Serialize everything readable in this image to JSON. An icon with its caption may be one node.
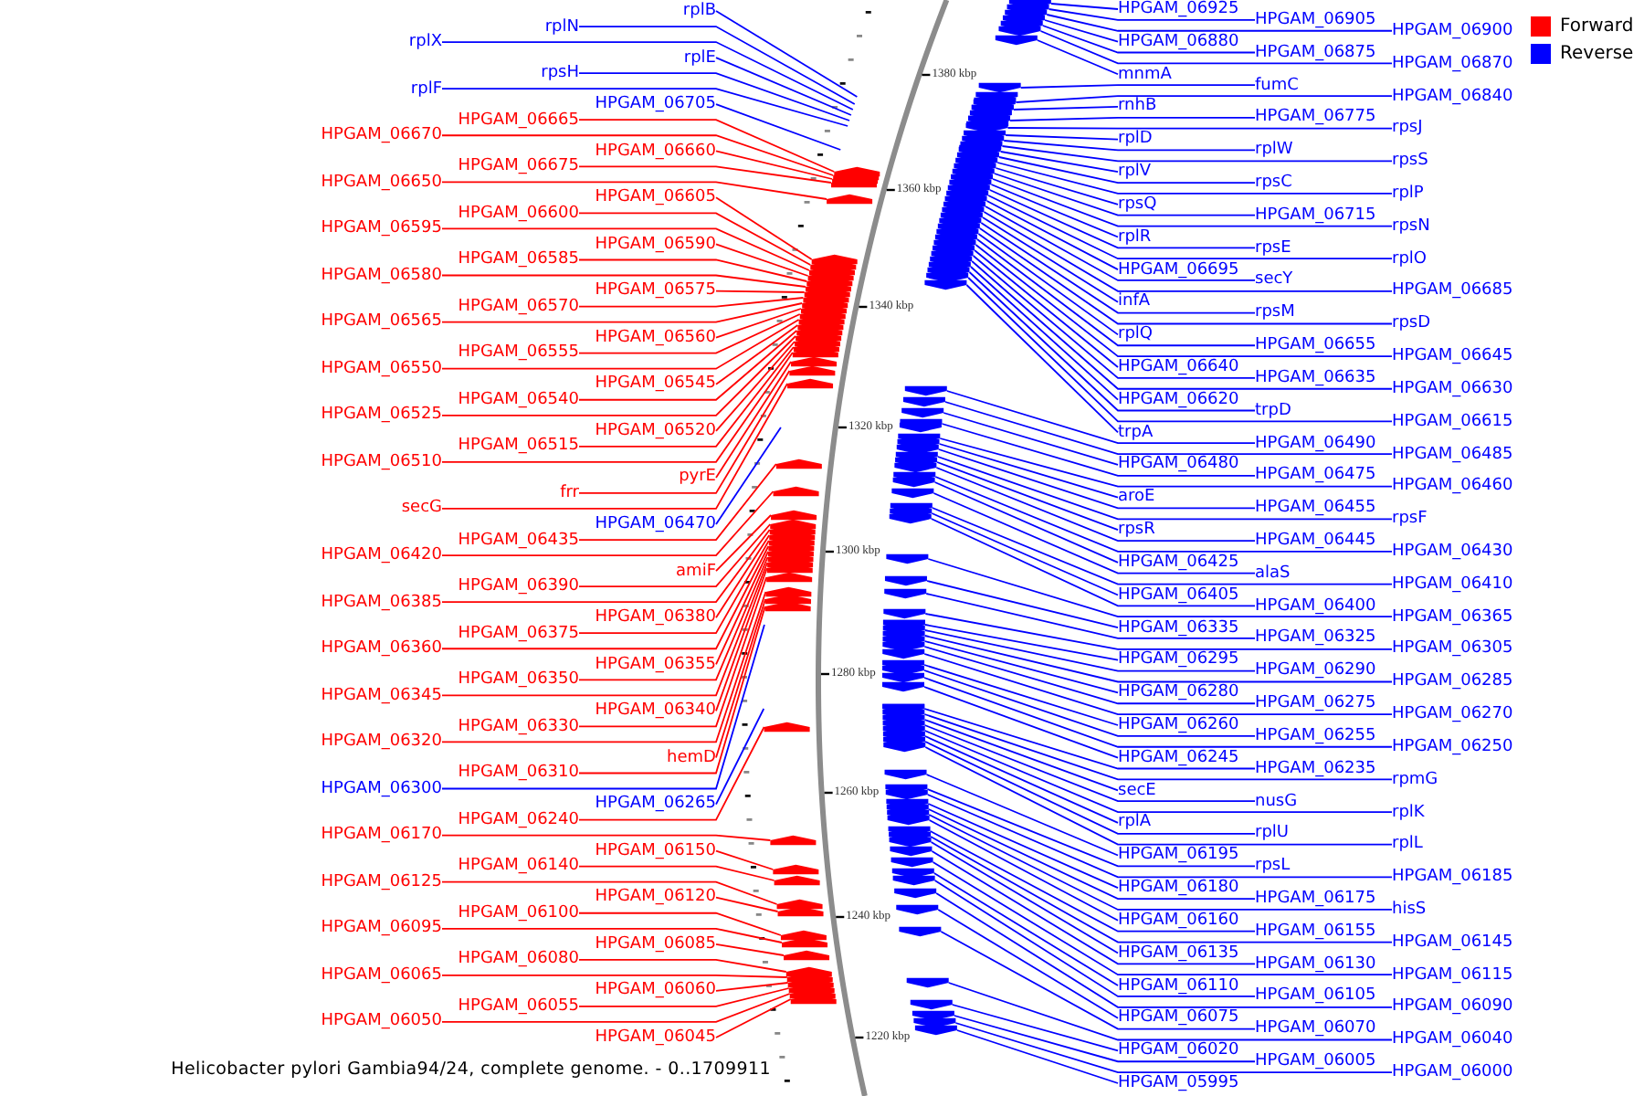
{
  "diagram": {
    "caption": "Helicobacter pylori Gambia94/24, complete genome. - 0..1709911",
    "nodes": [
      {
        "text": [
          "rplB"
        ]
      },
      {
        "text": [
          "rplN"
        ]
      },
      {
        "text": [
          "rplX"
        ]
      },
      {
        "text": [
          "rplE"
        ]
      },
      {
        "text": [
          "rpsH"
        ]
      },
      {
        "text": [
          "rplF"
        ]
      },
      {
        "text": [
          "HPGAM_06705"
        ]
      },
      {
        "text": [
          "HPGAM_06665"
        ]
      },
      {
        "text": [
          "HPGAM_06670"
        ]
      },
      {
        "text": [
          "HPGAM_06660"
        ]
      },
      {
        "text": [
          "HPGAM_06675"
        ]
      },
      {
        "text": [
          "HPGAM_06650"
        ]
      },
      {
        "text": [
          "HPGAM_06605"
        ]
      },
      {
        "text": [
          "HPGAM_06600"
        ]
      },
      {
        "text": [
          "HPGAM_06595"
        ]
      },
      {
        "text": [
          "HPGAM_06590"
        ]
      },
      {
        "text": [
          "HPGAM_06585"
        ]
      },
      {
        "text": [
          "HPGAM_06580"
        ]
      },
      {
        "text": [
          "HPGAM_06575"
        ]
      },
      {
        "text": [
          "HPGAM_06570"
        ]
      },
      {
        "text": [
          "HPGAM_06565"
        ]
      },
      {
        "text": [
          "HPGAM_06560"
        ]
      },
      {
        "text": [
          "HPGAM_06555"
        ]
      },
      {
        "text": [
          "HPGAM_06550"
        ]
      },
      {
        "text": [
          "HPGAM_06545"
        ]
      },
      {
        "text": [
          "HPGAM_06540"
        ]
      },
      {
        "text": [
          "HPGAM_06525"
        ]
      },
      {
        "text": [
          "HPGAM_06520"
        ]
      },
      {
        "text": [
          "HPGAM_06515"
        ]
      },
      {
        "text": [
          "HPGAM_06510"
        ]
      },
      {
        "text": [
          "pyrE"
        ]
      },
      {
        "text": [
          "frr"
        ]
      },
      {
        "text": [
          "secG"
        ]
      },
      {
        "text": [
          "HPGAM_06470"
        ]
      },
      {
        "text": [
          "HPGAM_06435"
        ]
      },
      {
        "text": [
          "HPGAM_06420"
        ]
      },
      {
        "text": [
          "amiF"
        ]
      },
      {
        "text": [
          "HPGAM_06390"
        ]
      },
      {
        "text": [
          "HPGAM_06385"
        ]
      },
      {
        "text": [
          "HPGAM_06380"
        ]
      },
      {
        "text": [
          "HPGAM_06375"
        ]
      },
      {
        "text": [
          "HPGAM_06360"
        ]
      },
      {
        "text": [
          "HPGAM_06355"
        ]
      },
      {
        "text": [
          "HPGAM_06350"
        ]
      },
      {
        "text": [
          "HPGAM_06345"
        ]
      },
      {
        "text": [
          "HPGAM_06340"
        ]
      },
      {
        "text": [
          "HPGAM_06330"
        ]
      },
      {
        "text": [
          "HPGAM_06320"
        ]
      },
      {
        "text": [
          "hemD"
        ]
      },
      {
        "text": [
          "HPGAM_06310"
        ]
      },
      {
        "text": [
          "HPGAM_06300"
        ]
      },
      {
        "text": [
          "HPGAM_06265"
        ]
      },
      {
        "text": [
          "HPGAM_06240"
        ]
      },
      {
        "text": [
          "HPGAM_06170"
        ]
      },
      {
        "text": [
          "HPGAM_06150"
        ]
      },
      {
        "text": [
          "HPGAM_06140"
        ]
      },
      {
        "text": [
          "HPGAM_06125"
        ]
      },
      {
        "text": [
          "HPGAM_06120"
        ]
      },
      {
        "text": [
          "HPGAM_06100"
        ]
      },
      {
        "text": [
          "HPGAM_06095"
        ]
      },
      {
        "text": [
          "HPGAM_06085"
        ]
      },
      {
        "text": [
          "HPGAM_06080"
        ]
      },
      {
        "text": [
          "HPGAM_06065"
        ]
      },
      {
        "text": [
          "HPGAM_06060"
        ]
      },
      {
        "text": [
          "HPGAM_06055"
        ]
      },
      {
        "text": [
          "HPGAM_06050"
        ]
      },
      {
        "text": [
          "HPGAM_06045"
        ]
      },
      {
        "text": [
          "HPGAM_06925"
        ]
      },
      {
        "text": [
          "HPGAM_06905"
        ]
      },
      {
        "text": [
          "HPGAM_06900"
        ]
      },
      {
        "text": [
          "HPGAM_06880"
        ]
      },
      {
        "text": [
          "HPGAM_06875"
        ]
      },
      {
        "text": [
          "HPGAM_06870"
        ]
      },
      {
        "text": [
          "mnmA"
        ]
      },
      {
        "text": [
          "fumC"
        ]
      },
      {
        "text": [
          "HPGAM_06840"
        ]
      },
      {
        "text": [
          "rnhB"
        ]
      },
      {
        "text": [
          "HPGAM_06775"
        ]
      },
      {
        "text": [
          "rpsJ"
        ]
      },
      {
        "text": [
          "rplD"
        ]
      },
      {
        "text": [
          "rplW"
        ]
      },
      {
        "text": [
          "rpsS"
        ]
      },
      {
        "text": [
          "rplV"
        ]
      },
      {
        "text": [
          "rpsC"
        ]
      },
      {
        "text": [
          "rplP"
        ]
      },
      {
        "text": [
          "rpsQ"
        ]
      },
      {
        "text": [
          "HPGAM_06715"
        ]
      },
      {
        "text": [
          "rpsN"
        ]
      },
      {
        "text": [
          "rplR"
        ]
      },
      {
        "text": [
          "rpsE"
        ]
      },
      {
        "text": [
          "rplO"
        ]
      },
      {
        "text": [
          "HPGAM_06695"
        ]
      },
      {
        "text": [
          "secY"
        ]
      },
      {
        "text": [
          "HPGAM_06685"
        ]
      },
      {
        "text": [
          "infA"
        ]
      },
      {
        "text": [
          "rpsM"
        ]
      },
      {
        "text": [
          "rpsD"
        ]
      },
      {
        "text": [
          "rplQ"
        ]
      },
      {
        "text": [
          "HPGAM_06655"
        ]
      },
      {
        "text": [
          "HPGAM_06645"
        ]
      },
      {
        "text": [
          "HPGAM_06640"
        ]
      },
      {
        "text": [
          "HPGAM_06635"
        ]
      },
      {
        "text": [
          "HPGAM_06630"
        ]
      },
      {
        "text": [
          "HPGAM_06620"
        ]
      },
      {
        "text": [
          "trpD"
        ]
      },
      {
        "text": [
          "HPGAM_06615"
        ]
      },
      {
        "text": [
          "trpA"
        ]
      },
      {
        "text": [
          "HPGAM_06490"
        ]
      },
      {
        "text": [
          "HPGAM_06485"
        ]
      },
      {
        "text": [
          "HPGAM_06480"
        ]
      },
      {
        "text": [
          "HPGAM_06475"
        ]
      },
      {
        "text": [
          "HPGAM_06460"
        ]
      },
      {
        "text": [
          "aroE"
        ]
      },
      {
        "text": [
          "HPGAM_06455"
        ]
      },
      {
        "text": [
          "rpsF"
        ]
      },
      {
        "text": [
          "rpsR"
        ]
      },
      {
        "text": [
          "HPGAM_06445"
        ]
      },
      {
        "text": [
          "HPGAM_06430"
        ]
      },
      {
        "text": [
          "HPGAM_06425"
        ]
      },
      {
        "text": [
          "alaS"
        ]
      },
      {
        "text": [
          "HPGAM_06410"
        ]
      },
      {
        "text": [
          "HPGAM_06405"
        ]
      },
      {
        "text": [
          "HPGAM_06400"
        ]
      },
      {
        "text": [
          "HPGAM_06365"
        ]
      },
      {
        "text": [
          "HPGAM_06335"
        ]
      },
      {
        "text": [
          "HPGAM_06325"
        ]
      },
      {
        "text": [
          "HPGAM_06305"
        ]
      },
      {
        "text": [
          "HPGAM_06295"
        ]
      },
      {
        "text": [
          "HPGAM_06290"
        ]
      },
      {
        "text": [
          "HPGAM_06285"
        ]
      },
      {
        "text": [
          "HPGAM_06280"
        ]
      },
      {
        "text": [
          "HPGAM_06275"
        ]
      },
      {
        "text": [
          "HPGAM_06270"
        ]
      },
      {
        "text": [
          "HPGAM_06260"
        ]
      },
      {
        "text": [
          "HPGAM_06255"
        ]
      },
      {
        "text": [
          "HPGAM_06250"
        ]
      },
      {
        "text": [
          "HPGAM_06245"
        ]
      },
      {
        "text": [
          "HPGAM_06235"
        ]
      },
      {
        "text": [
          "rpmG"
        ]
      },
      {
        "text": [
          "secE"
        ]
      },
      {
        "text": [
          "nusG"
        ]
      },
      {
        "text": [
          "rplK"
        ]
      },
      {
        "text": [
          "rplA"
        ]
      },
      {
        "text": [
          "rplU"
        ]
      },
      {
        "text": [
          "rplL"
        ]
      },
      {
        "text": [
          "HPGAM_06195"
        ]
      },
      {
        "text": [
          "rpsL"
        ]
      },
      {
        "text": [
          "HPGAM_06185"
        ]
      },
      {
        "text": [
          "HPGAM_06180"
        ]
      },
      {
        "text": [
          "HPGAM_06175"
        ]
      },
      {
        "text": [
          "hisS"
        ]
      },
      {
        "text": [
          "HPGAM_06160"
        ]
      },
      {
        "text": [
          "HPGAM_06155"
        ]
      },
      {
        "text": [
          "HPGAM_06145"
        ]
      },
      {
        "text": [
          "HPGAM_06135"
        ]
      },
      {
        "text": [
          "HPGAM_06130"
        ]
      },
      {
        "text": [
          "HPGAM_06115"
        ]
      },
      {
        "text": [
          "HPGAM_06110"
        ]
      },
      {
        "text": [
          "HPGAM_06105"
        ]
      },
      {
        "text": [
          "HPGAM_06090"
        ]
      },
      {
        "text": [
          "HPGAM_06075"
        ]
      },
      {
        "text": [
          "HPGAM_06070"
        ]
      },
      {
        "text": [
          "HPGAM_06040"
        ]
      },
      {
        "text": [
          "HPGAM_06020"
        ]
      },
      {
        "text": [
          "HPGAM_06005"
        ]
      },
      {
        "text": [
          "HPGAM_06000"
        ]
      },
      {
        "text": [
          "HPGAM_05995"
        ]
      }
    ],
    "edges": [
      {
        "from": 0,
        "to": null,
        "arrow": "none"
      },
      {
        "from": 1,
        "to": null,
        "arrow": "none"
      },
      {
        "from": 2,
        "to": null,
        "arrow": "none"
      },
      {
        "from": 3,
        "to": null,
        "arrow": "none"
      },
      {
        "from": 4,
        "to": null,
        "arrow": "none"
      },
      {
        "from": 5,
        "to": null,
        "arrow": "none"
      },
      {
        "from": 6,
        "to": null,
        "arrow": "none"
      },
      {
        "from": 7,
        "to": null,
        "arrow": "none",
        "color": "#ff0000"
      },
      {
        "from": 8,
        "to": null,
        "arrow": "none",
        "color": "#ff0000"
      },
      {
        "from": 9,
        "to": null,
        "arrow": "none",
        "color": "#ff0000"
      },
      {
        "from": 10,
        "to": null,
        "arrow": "none",
        "color": "#ff0000"
      },
      {
        "from": 11,
        "to": null,
        "arrow": "none",
        "color": "#ff0000"
      },
      {
        "from": 12,
        "to": null,
        "arrow": "none",
        "color": "#ff0000"
      },
      {
        "from": 13,
        "to": null,
        "arrow": "none",
        "color": "#ff0000"
      },
      {
        "from": 14,
        "to": null,
        "arrow": "none",
        "color": "#ff0000"
      },
      {
        "from": 15,
        "to": null,
        "arrow": "none",
        "color": "#ff0000"
      },
      {
        "from": 16,
        "to": null,
        "arrow": "none",
        "color": "#ff0000"
      },
      {
        "from": 17,
        "to": null,
        "arrow": "none",
        "color": "#ff0000"
      },
      {
        "from": 18,
        "to": null,
        "arrow": "none",
        "color": "#ff0000"
      },
      {
        "from": 19,
        "to": null,
        "arrow": "none",
        "color": "#ff0000"
      },
      {
        "from": 20,
        "to": null,
        "arrow": "none",
        "color": "#ff0000"
      },
      {
        "from": 21,
        "to": null,
        "arrow": "none",
        "color": "#ff0000"
      },
      {
        "from": 22,
        "to": null,
        "arrow": "none",
        "color": "#ff0000"
      },
      {
        "from": 23,
        "to": null,
        "arrow": "none",
        "color": "#ff0000"
      },
      {
        "from": 24,
        "to": null,
        "arrow": "none",
        "color": "#ff0000"
      },
      {
        "from": 25,
        "to": null,
        "arrow": "none",
        "color": "#ff0000"
      },
      {
        "from": 26,
        "to": null,
        "arrow": "none",
        "color": "#ff0000"
      },
      {
        "from": 27,
        "to": null,
        "arrow": "none",
        "color": "#ff0000"
      },
      {
        "from": 28,
        "to": null,
        "arrow": "none",
        "color": "#ff0000"
      },
      {
        "from": 29,
        "to": null,
        "arrow": "none",
        "color": "#ff0000"
      },
      {
        "from": 30,
        "to": null,
        "arrow": "none",
        "color": "#ff0000"
      },
      {
        "from": 31,
        "to": null,
        "arrow": "none",
        "color": "#ff0000"
      },
      {
        "from": 32,
        "to": null,
        "arrow": "none",
        "color": "#ff0000"
      },
      {
        "from": 33,
        "to": null,
        "arrow": "none"
      },
      {
        "from": 34,
        "to": null,
        "arrow": "none",
        "color": "#ff0000"
      },
      {
        "from": 35,
        "to": null,
        "arrow": "none",
        "color": "#ff0000"
      },
      {
        "from": 36,
        "to": null,
        "arrow": "none",
        "color": "#ff0000"
      },
      {
        "from": 37,
        "to": null,
        "arrow": "none",
        "color": "#ff0000"
      },
      {
        "from": 38,
        "to": null,
        "arrow": "none",
        "color": "#ff0000"
      },
      {
        "from": 39,
        "to": null,
        "arrow": "none",
        "color": "#ff0000"
      },
      {
        "from": 40,
        "to": null,
        "arrow": "none",
        "color": "#ff0000"
      },
      {
        "from": 41,
        "to": null,
        "arrow": "none",
        "color": "#ff0000"
      },
      {
        "from": 42,
        "to": null,
        "arrow": "none",
        "color": "#ff0000"
      },
      {
        "from": 43,
        "to": null,
        "arrow": "none",
        "color": "#ff0000"
      },
      {
        "from": 44,
        "to": null,
        "arrow": "none",
        "color": "#ff0000"
      },
      {
        "from": 45,
        "to": null,
        "arrow": "none",
        "color": "#ff0000"
      },
      {
        "from": 46,
        "to": null,
        "arrow": "none",
        "color": "#ff0000"
      },
      {
        "from": 47,
        "to": null,
        "arrow": "none",
        "color": "#ff0000"
      },
      {
        "from": 48,
        "to": null,
        "arrow": "none",
        "color": "#ff0000"
      },
      {
        "from": 49,
        "to": null,
        "arrow": "none",
        "color": "#ff0000"
      },
      {
        "from": 50,
        "to": null,
        "arrow": "none"
      },
      {
        "from": 51,
        "to": null,
        "arrow": "none"
      },
      {
        "from": 52,
        "to": null,
        "arrow": "none",
        "color": "#ff0000"
      },
      {
        "from": 53,
        "to": null,
        "arrow": "none",
        "color": "#ff0000"
      },
      {
        "from": 54,
        "to": null,
        "arrow": "none",
        "color": "#ff0000"
      },
      {
        "from": 55,
        "to": null,
        "arrow": "none",
        "color": "#ff0000"
      },
      {
        "from": 56,
        "to": null,
        "arrow": "none",
        "color": "#ff0000"
      },
      {
        "from": 57,
        "to": null,
        "arrow": "none",
        "color": "#ff0000"
      },
      {
        "from": 58,
        "to": null,
        "arrow": "none",
        "color": "#ff0000"
      },
      {
        "from": 59,
        "to": null,
        "arrow": "none",
        "color": "#ff0000"
      },
      {
        "from": 60,
        "to": null,
        "arrow": "none",
        "color": "#ff0000"
      },
      {
        "from": 61,
        "to": null,
        "arrow": "none",
        "color": "#ff0000"
      },
      {
        "from": 62,
        "to": null,
        "arrow": "none",
        "color": "#ff0000"
      },
      {
        "from": 63,
        "to": null,
        "arrow": "none",
        "color": "#ff0000"
      },
      {
        "from": 64,
        "to": null,
        "arrow": "none",
        "color": "#ff0000"
      },
      {
        "from": 65,
        "to": null,
        "arrow": "none",
        "color": "#ff0000"
      },
      {
        "from": 66,
        "to": null,
        "arrow": "none",
        "color": "#ff0000"
      },
      {
        "from": 67,
        "to": null,
        "arrow": "none"
      },
      {
        "from": 68,
        "to": null,
        "arrow": "none"
      },
      {
        "from": 69,
        "to": null,
        "arrow": "none"
      },
      {
        "from": 70,
        "to": null,
        "arrow": "none"
      },
      {
        "from": 71,
        "to": null,
        "arrow": "none"
      },
      {
        "from": 72,
        "to": null,
        "arrow": "none"
      },
      {
        "from": 73,
        "to": null,
        "arrow": "none"
      },
      {
        "from": 74,
        "to": null,
        "arrow": "none"
      },
      {
        "from": 75,
        "to": null,
        "arrow": "none"
      },
      {
        "from": 76,
        "to": null,
        "arrow": "none"
      },
      {
        "from": 77,
        "to": null,
        "arrow": "none"
      },
      {
        "from": 78,
        "to": null,
        "arrow": "none"
      },
      {
        "from": 79,
        "to": null,
        "arrow": "none"
      },
      {
        "from": 80,
        "to": null,
        "arrow": "none"
      },
      {
        "from": 81,
        "to": null,
        "arrow": "none"
      },
      {
        "from": 82,
        "to": null,
        "arrow": "none"
      },
      {
        "from": 83,
        "to": null,
        "arrow": "none"
      },
      {
        "from": 84,
        "to": null,
        "arrow": "none"
      },
      {
        "from": 85,
        "to": null,
        "arrow": "none"
      },
      {
        "from": 86,
        "to": null,
        "arrow": "none"
      },
      {
        "from": 87,
        "to": null,
        "arrow": "none"
      },
      {
        "from": 88,
        "to": null,
        "arrow": "none"
      },
      {
        "from": 89,
        "to": null,
        "arrow": "none"
      },
      {
        "from": 90,
        "to": null,
        "arrow": "none"
      },
      {
        "from": 91,
        "to": null,
        "arrow": "none"
      },
      {
        "from": 92,
        "to": null,
        "arrow": "none"
      },
      {
        "from": 93,
        "to": null,
        "arrow": "none"
      },
      {
        "from": 94,
        "to": null,
        "arrow": "none"
      },
      {
        "from": 95,
        "to": null,
        "arrow": "none"
      },
      {
        "from": 96,
        "to": null,
        "arrow": "none"
      },
      {
        "from": 97,
        "to": null,
        "arrow": "none"
      },
      {
        "from": 98,
        "to": null,
        "arrow": "none"
      },
      {
        "from": 99,
        "to": null,
        "arrow": "none"
      },
      {
        "from": 100,
        "to": null,
        "arrow": "none"
      },
      {
        "from": 101,
        "to": null,
        "arrow": "none"
      },
      {
        "from": 102,
        "to": null,
        "arrow": "none"
      },
      {
        "from": 103,
        "to": null,
        "arrow": "none"
      },
      {
        "from": 104,
        "to": null,
        "arrow": "none"
      },
      {
        "from": 105,
        "to": null,
        "arrow": "none"
      },
      {
        "from": 106,
        "to": null,
        "arrow": "none"
      },
      {
        "from": 107,
        "to": null,
        "arrow": "none"
      },
      {
        "from": 108,
        "to": null,
        "arrow": "none"
      },
      {
        "from": 109,
        "to": null,
        "arrow": "none"
      },
      {
        "from": 110,
        "to": null,
        "arrow": "none"
      },
      {
        "from": 111,
        "to": null,
        "arrow": "none"
      },
      {
        "from": 112,
        "to": null,
        "arrow": "none"
      },
      {
        "from": 113,
        "to": null,
        "arrow": "none"
      },
      {
        "from": 114,
        "to": null,
        "arrow": "none"
      },
      {
        "from": 115,
        "to": null,
        "arrow": "none"
      },
      {
        "from": 116,
        "to": null,
        "arrow": "none"
      },
      {
        "from": 117,
        "to": null,
        "arrow": "none"
      },
      {
        "from": 118,
        "to": null,
        "arrow": "none"
      },
      {
        "from": 119,
        "to": null,
        "arrow": "none"
      },
      {
        "from": 120,
        "to": null,
        "arrow": "none"
      },
      {
        "from": 121,
        "to": null,
        "arrow": "none"
      },
      {
        "from": 122,
        "to": null,
        "arrow": "none"
      },
      {
        "from": 123,
        "to": null,
        "arrow": "none"
      },
      {
        "from": 124,
        "to": null,
        "arrow": "none"
      },
      {
        "from": 125,
        "to": null,
        "arrow": "none"
      },
      {
        "from": 126,
        "to": null,
        "arrow": "none"
      },
      {
        "from": 127,
        "to": null,
        "arrow": "none"
      },
      {
        "from": 128,
        "to": null,
        "arrow": "none"
      },
      {
        "from": 129,
        "to": null,
        "arrow": "none"
      },
      {
        "from": 130,
        "to": null,
        "arrow": "none"
      },
      {
        "from": 131,
        "to": null,
        "arrow": "none"
      },
      {
        "from": 132,
        "to": null,
        "arrow": "none"
      },
      {
        "from": 133,
        "to": null,
        "arrow": "none"
      },
      {
        "from": 134,
        "to": null,
        "arrow": "none"
      },
      {
        "from": 135,
        "to": null,
        "arrow": "none"
      },
      {
        "from": 136,
        "to": null,
        "arrow": "none"
      },
      {
        "from": 137,
        "to": null,
        "arrow": "none"
      },
      {
        "from": 138,
        "to": null,
        "arrow": "none"
      },
      {
        "from": 139,
        "to": null,
        "arrow": "none"
      },
      {
        "from": 140,
        "to": null,
        "arrow": "none"
      },
      {
        "from": 141,
        "to": null,
        "arrow": "none"
      },
      {
        "from": 142,
        "to": null,
        "arrow": "none"
      },
      {
        "from": 143,
        "to": null,
        "arrow": "none"
      },
      {
        "from": 144,
        "to": null,
        "arrow": "none"
      },
      {
        "from": 145,
        "to": null,
        "arrow": "none"
      },
      {
        "from": 146,
        "to": null,
        "arrow": "none"
      },
      {
        "from": 147,
        "to": null,
        "arrow": "none"
      },
      {
        "from": 148,
        "to": null,
        "arrow": "none"
      },
      {
        "from": 149,
        "to": null,
        "arrow": "none"
      },
      {
        "from": 150,
        "to": null,
        "arrow": "none"
      },
      {
        "from": 151,
        "to": null,
        "arrow": "none"
      },
      {
        "from": 152,
        "to": null,
        "arrow": "none"
      },
      {
        "from": 153,
        "to": null,
        "arrow": "none"
      },
      {
        "from": 154,
        "to": null,
        "arrow": "none"
      },
      {
        "from": 155,
        "to": null,
        "arrow": "none"
      },
      {
        "from": 156,
        "to": null,
        "arrow": "none"
      },
      {
        "from": 157,
        "to": null,
        "arrow": "none"
      },
      {
        "from": 158,
        "to": null,
        "arrow": "none"
      },
      {
        "from": 159,
        "to": null,
        "arrow": "none"
      },
      {
        "from": 160,
        "to": null,
        "arrow": "none"
      },
      {
        "from": 161,
        "to": null,
        "arrow": "none"
      },
      {
        "from": 162,
        "to": null,
        "arrow": "none"
      },
      {
        "from": 163,
        "to": null,
        "arrow": "none"
      },
      {
        "from": 164,
        "to": null,
        "arrow": "none"
      },
      {
        "from": 165,
        "to": null,
        "arrow": "none"
      },
      {
        "from": 166,
        "to": null,
        "arrow": "none"
      }
    ],
    "labels": [
      "1380 kbp",
      "1360 kbp",
      "1340 kbp",
      "1320 kbp",
      "1300 kbp",
      "1280 kbp",
      "1260 kbp",
      "1240 kbp",
      "1220 kbp"
    ],
    "legend": [
      {
        "text": "Forward",
        "color": "#ff0000"
      },
      {
        "text": "Reverse",
        "color": "#0000ff"
      }
    ]
  }
}
